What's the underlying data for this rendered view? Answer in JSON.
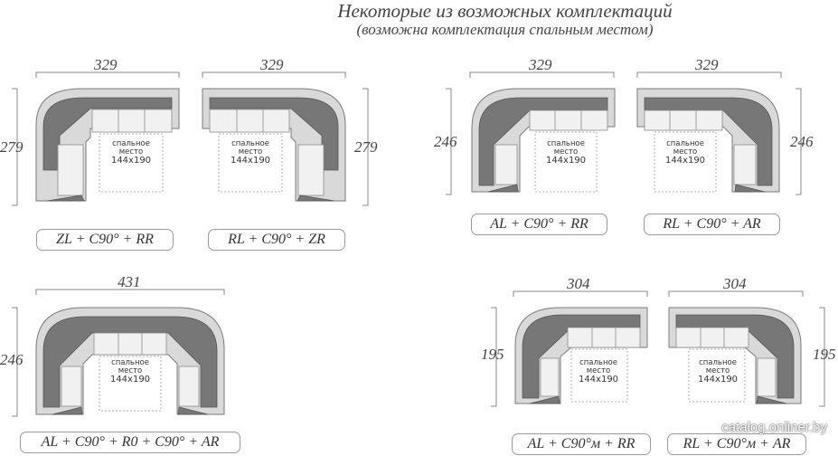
{
  "header": {
    "title": "Некоторые из возможных комплектаций",
    "subtitle": "(возможна комплектация спальным местом)"
  },
  "bed_label": {
    "line1": "спальное",
    "line2": "место",
    "size": "144x190"
  },
  "configs": [
    {
      "caption": "ZL + C90° + RR",
      "width": "329",
      "depth": "279"
    },
    {
      "caption": "RL + C90° + ZR",
      "width": "329",
      "depth": "279"
    },
    {
      "caption": "AL + C90° + RR",
      "width": "329",
      "depth": "246"
    },
    {
      "caption": "RL + C90° + AR",
      "width": "329",
      "depth": "246"
    },
    {
      "caption": "AL + C90° + R0 + C90° +  AR",
      "width": "431",
      "depth": "246"
    },
    {
      "caption": "AL + C90°м + RR",
      "width": "304",
      "depth": "195"
    },
    {
      "caption": "RL + C90°м + AR",
      "width": "304",
      "depth": "195"
    }
  ],
  "watermark": "catalog.onliner.by"
}
